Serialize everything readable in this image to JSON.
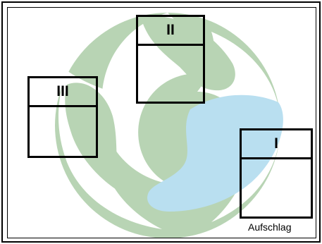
{
  "boxes": {
    "ii": {
      "label": "II"
    },
    "iii": {
      "label": "III"
    },
    "i": {
      "label": "I",
      "caption": "Aufschlag"
    }
  },
  "colors": {
    "green": "#b8d4b4",
    "blue": "#b9dff0",
    "white": "#ffffff",
    "border": "#000000"
  }
}
